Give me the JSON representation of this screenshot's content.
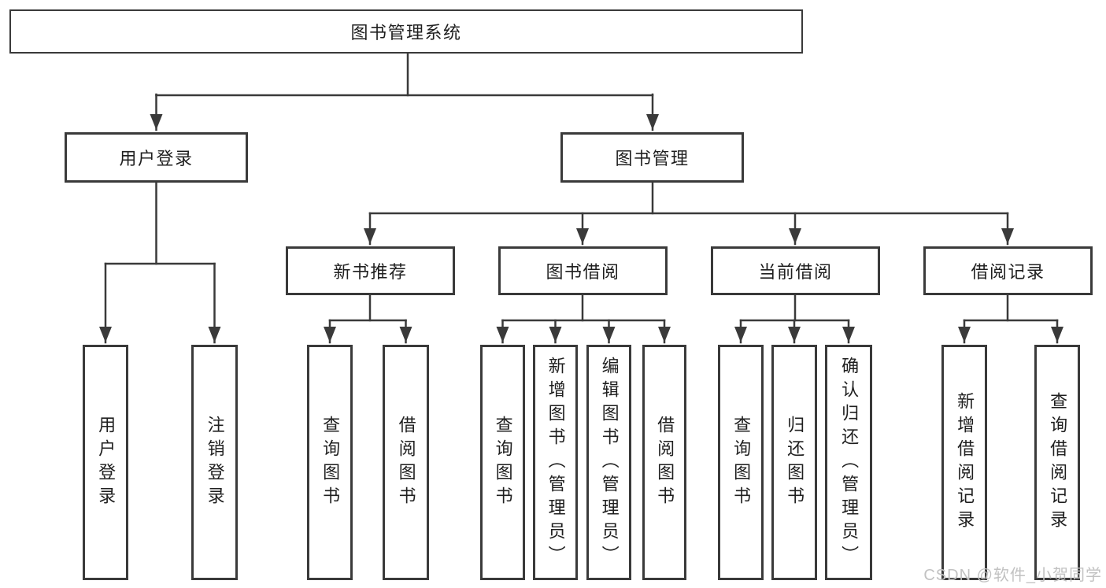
{
  "diagram": {
    "root": {
      "label": "图书管理系统"
    },
    "level2": {
      "user_login": {
        "label": "用户登录",
        "children": [
          "用户登录",
          "注销登录"
        ]
      },
      "book_mgmt": {
        "label": "图书管理"
      }
    },
    "level3": [
      {
        "label": "新书推荐",
        "children": [
          "查询图书",
          "借阅图书"
        ]
      },
      {
        "label": "图书借阅",
        "children": [
          "查询图书",
          "新增图书（管理员）",
          "编辑图书（管理员）",
          "借阅图书"
        ]
      },
      {
        "label": "当前借阅",
        "children": [
          "查询图书",
          "归还图书",
          "确认归还（管理员）"
        ]
      },
      {
        "label": "借阅记录",
        "children": [
          "新增借阅记录",
          "查询借阅记录"
        ]
      }
    ]
  },
  "watermark": {
    "text": "CSDN @软件_小贺同学"
  },
  "colors": {
    "background": "#ffffff",
    "line": "#3a3a3a",
    "text": "#1f1f1f",
    "watermark": "#c2c2c2"
  }
}
